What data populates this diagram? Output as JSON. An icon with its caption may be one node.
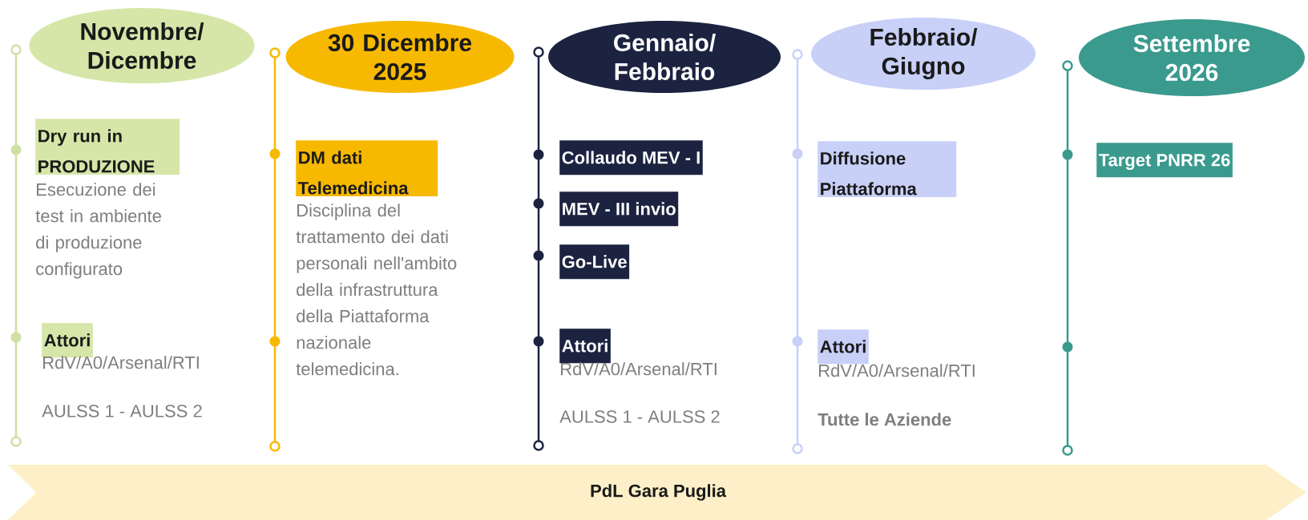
{
  "diagram": {
    "nodes": [
      {
        "text": [
          "Novembre/ Dicembre"
        ]
      },
      {
        "text": [
          "30 Dicembre 2025"
        ]
      },
      {
        "text": [
          "Gennaio/ Febbraio"
        ]
      },
      {
        "text": [
          "Febbraio/ Giugno"
        ]
      },
      {
        "text": [
          "Settembre 2026"
        ]
      },
      {
        "text": [
          "Dry run in PRODUZIONE"
        ],
        "beside": [
          "Esecuzione dei test in ambiente di produzione configurato"
        ]
      },
      {
        "text": [
          "Attori"
        ],
        "beside": [
          "RdV/A0/Arsenal/RTI",
          "AULSS 1 - AULSS 2"
        ]
      },
      {
        "text": [
          "DM dati Telemedicina"
        ],
        "beside": [
          "Disciplina del trattamento dei dati personali nell'ambito della infrastruttura della Piattaforma nazionale telemedicina."
        ]
      },
      {
        "text": [
          "Collaudo MEV - I"
        ]
      },
      {
        "text": [
          "MEV - III invio"
        ]
      },
      {
        "text": [
          "Go-Live"
        ]
      },
      {
        "text": [
          "Attori"
        ],
        "beside": [
          "RdV/A0/Arsenal/RTI",
          "AULSS 1 - AULSS 2"
        ]
      },
      {
        "text": [
          "Diffusione Piattaforma"
        ]
      },
      {
        "text": [
          "Attori"
        ],
        "beside": [
          "RdV/A0/Arsenal/RTI",
          "Tutte le Aziende"
        ]
      },
      {
        "text": [
          "Target PNRR 26"
        ]
      },
      {
        "text": [
          "PdL Gara Puglia"
        ]
      }
    ]
  }
}
